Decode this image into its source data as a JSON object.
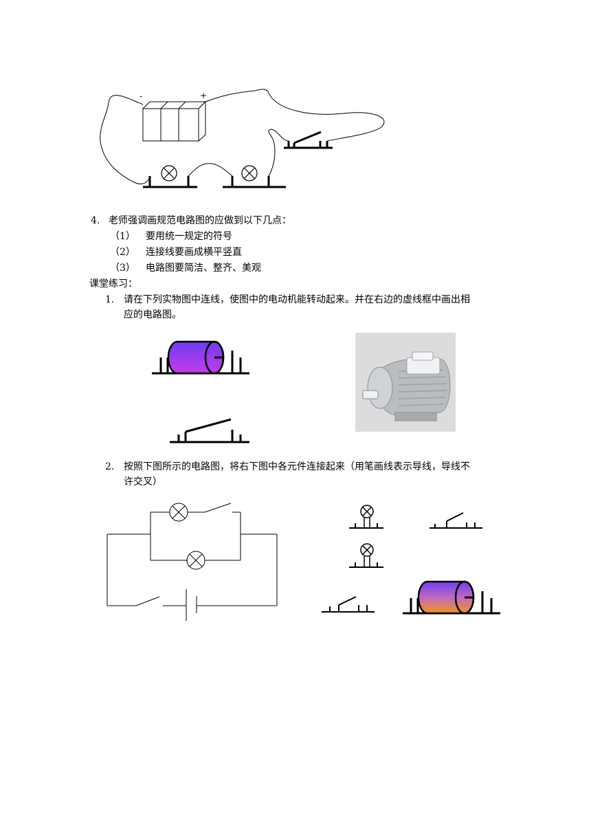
{
  "figure1": {
    "battery_minus": "-",
    "battery_plus": "+"
  },
  "section4": {
    "number": "4.",
    "heading": "老师强调画规范电路图的应做到以下几点：",
    "points": [
      {
        "num": "（1）",
        "text": "要用统一规定的符号"
      },
      {
        "num": "（2）",
        "text": "连接线要画成横平竖直"
      },
      {
        "num": "（3）",
        "text": "电路图要简洁、整齐、美观"
      }
    ]
  },
  "practice": {
    "title": "课堂练习：",
    "q1": {
      "number": "1.",
      "line1": "请在下列实物图中连线，使图中的电动机能转动起来。并在右边的虚线框中画出相",
      "line2": "应的电路图。"
    },
    "q2": {
      "number": "2.",
      "line1": "按照下图所示的电路图，将右下图中各元件连接起来（用笔画线表示导线，导线不",
      "line2": "许交叉）"
    }
  },
  "colors": {
    "motor_top": "#6e3df2",
    "motor_bottom_purple": "#c43be8",
    "motor2_bottom": "#f5931e"
  }
}
